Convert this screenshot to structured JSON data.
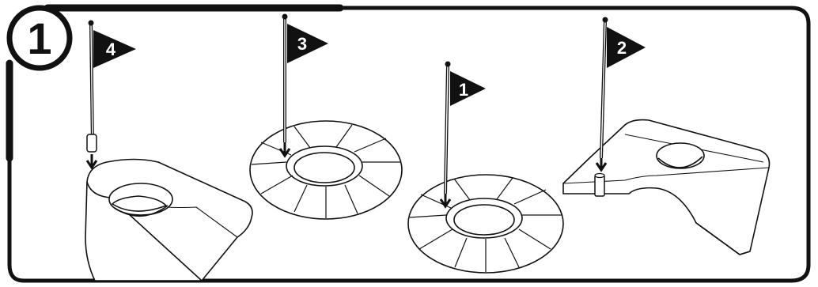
{
  "step": {
    "number": "1"
  },
  "flags": [
    {
      "label": "4"
    },
    {
      "label": "3"
    },
    {
      "label": "1"
    },
    {
      "label": "2"
    }
  ],
  "colors": {
    "ink": "#111111",
    "paper": "#ffffff",
    "flag": "#111111"
  }
}
